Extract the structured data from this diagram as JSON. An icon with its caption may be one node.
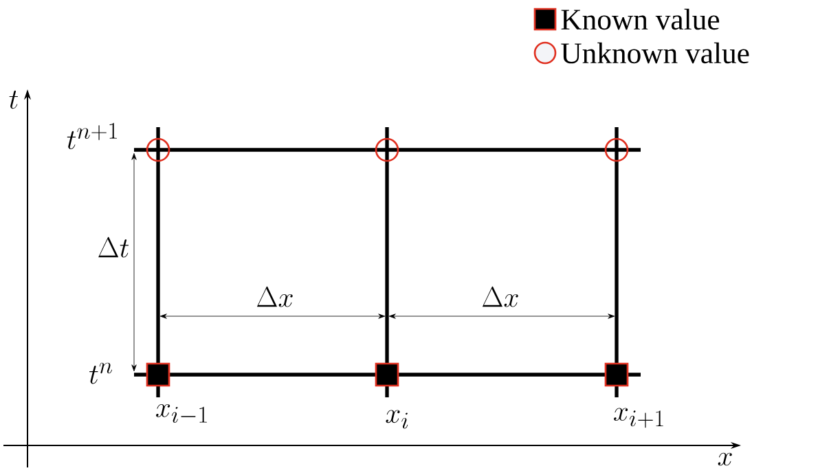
{
  "diagram": {
    "labels": [
      "t",
      "t^{n+1}",
      "\\Delta t",
      "\\Delta x",
      "\\Delta x",
      "t^n",
      "x_{i-1}",
      "x_i",
      "x_{i+1}",
      "x"
    ],
    "legend": [
      {
        "text": "Known value"
      },
      {
        "text": "Unknown value"
      }
    ]
  }
}
